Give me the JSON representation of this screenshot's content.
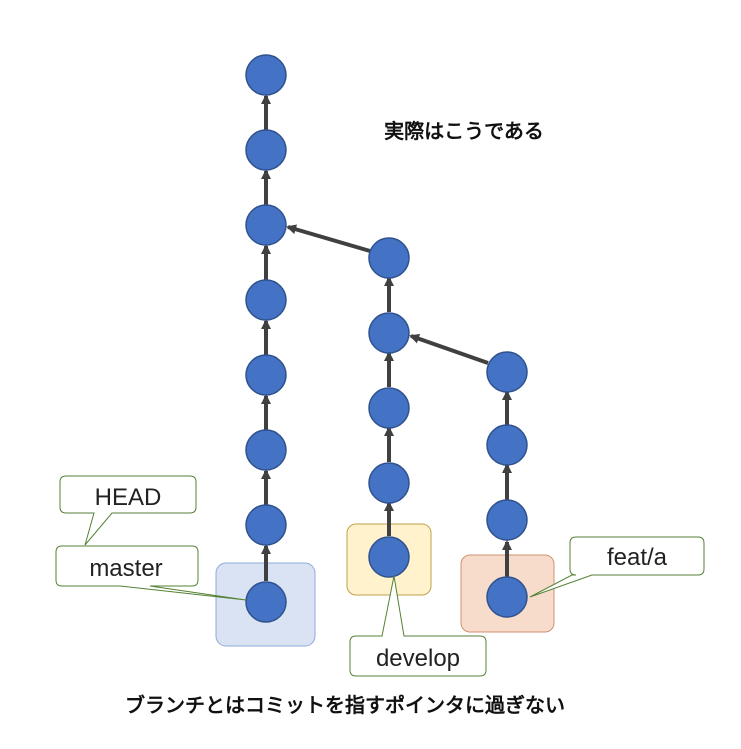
{
  "heading": "実際はこうである",
  "caption": "ブランチとはコミットを指すポインタに過ぎない",
  "labels": {
    "head": "HEAD",
    "master": "master",
    "develop": "develop",
    "feat": "feat/a"
  },
  "colors": {
    "commit": "#4472c4",
    "edge": "#404040",
    "master_highlight": "#dae3f3",
    "develop_highlight": "#fff2cc",
    "feat_highlight": "#f8dccb",
    "label_border": "#548235"
  }
}
